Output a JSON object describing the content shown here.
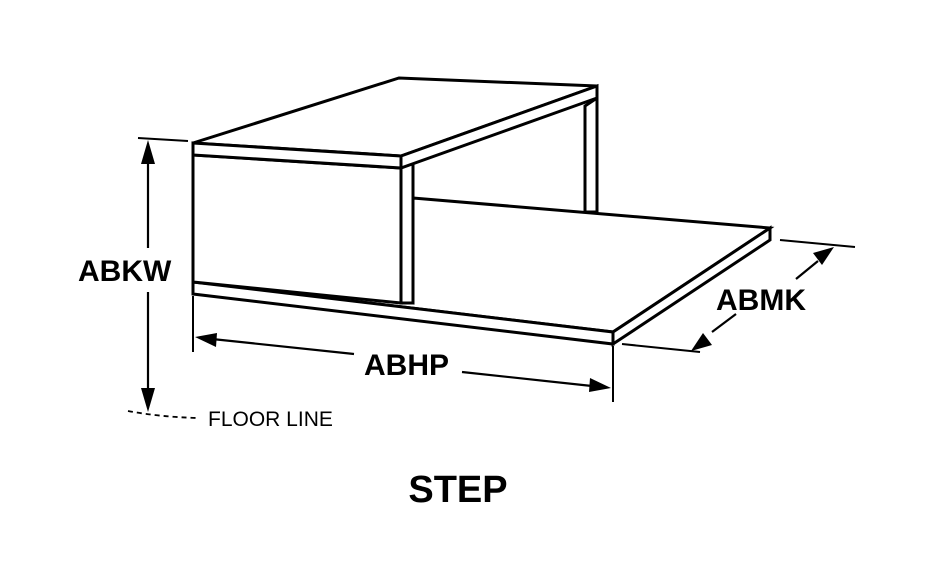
{
  "title": "STEP",
  "dimensions": {
    "height": "ABKW",
    "width": "ABHP",
    "depth": "ABMK"
  },
  "floor_line_label": "FLOOR LINE"
}
